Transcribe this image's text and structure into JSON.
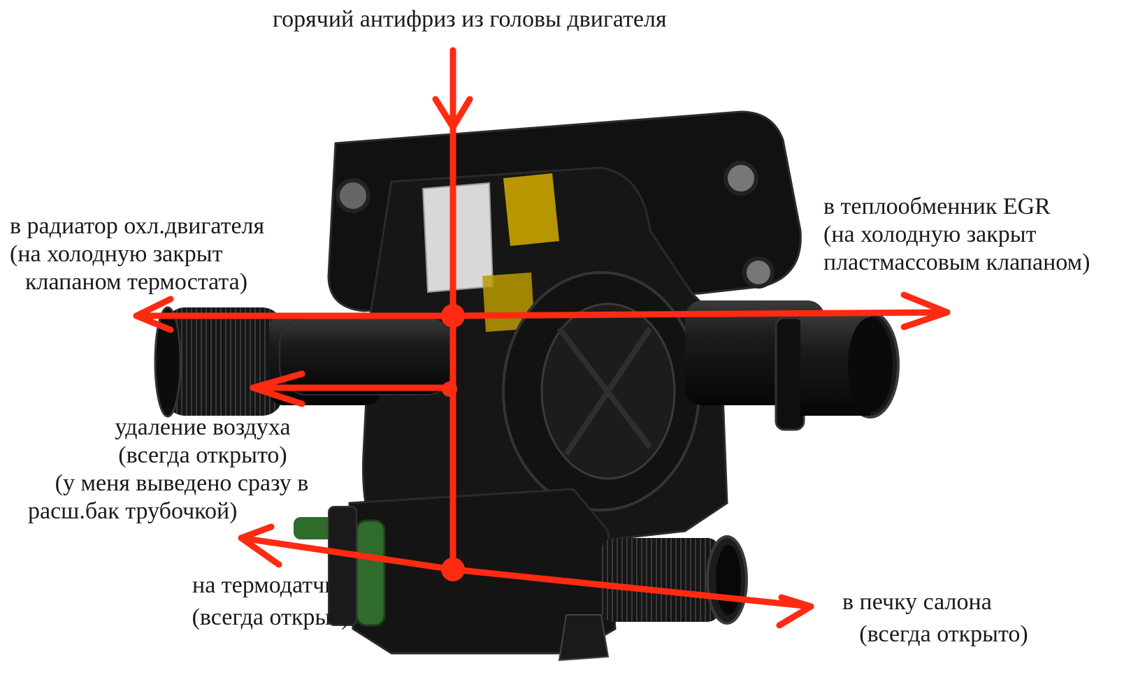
{
  "labels": {
    "top": "горячий антифриз из головы двигателя",
    "radiator": [
      "в радиатор охл.двигателя",
      "(на холодную закрыт",
      "клапаном термостата)"
    ],
    "egr": [
      "в теплообменник EGR",
      "(на холодную закрыт",
      "пластмассовым клапаном)"
    ],
    "air": [
      "удаление воздуха",
      "(всегда открыто)",
      "(у меня выведено сразу в",
      "расш.бак трубочкой)"
    ],
    "sensor": [
      "на термодатчик",
      "(всегда открыт)"
    ],
    "heater": [
      "в печку салона",
      "(всегда открыто)"
    ]
  },
  "colors": {
    "arrow": "#ff2a12",
    "housing": "#141414",
    "label_yellow": "#c9a400",
    "seal_green": "#2f6b2a"
  }
}
